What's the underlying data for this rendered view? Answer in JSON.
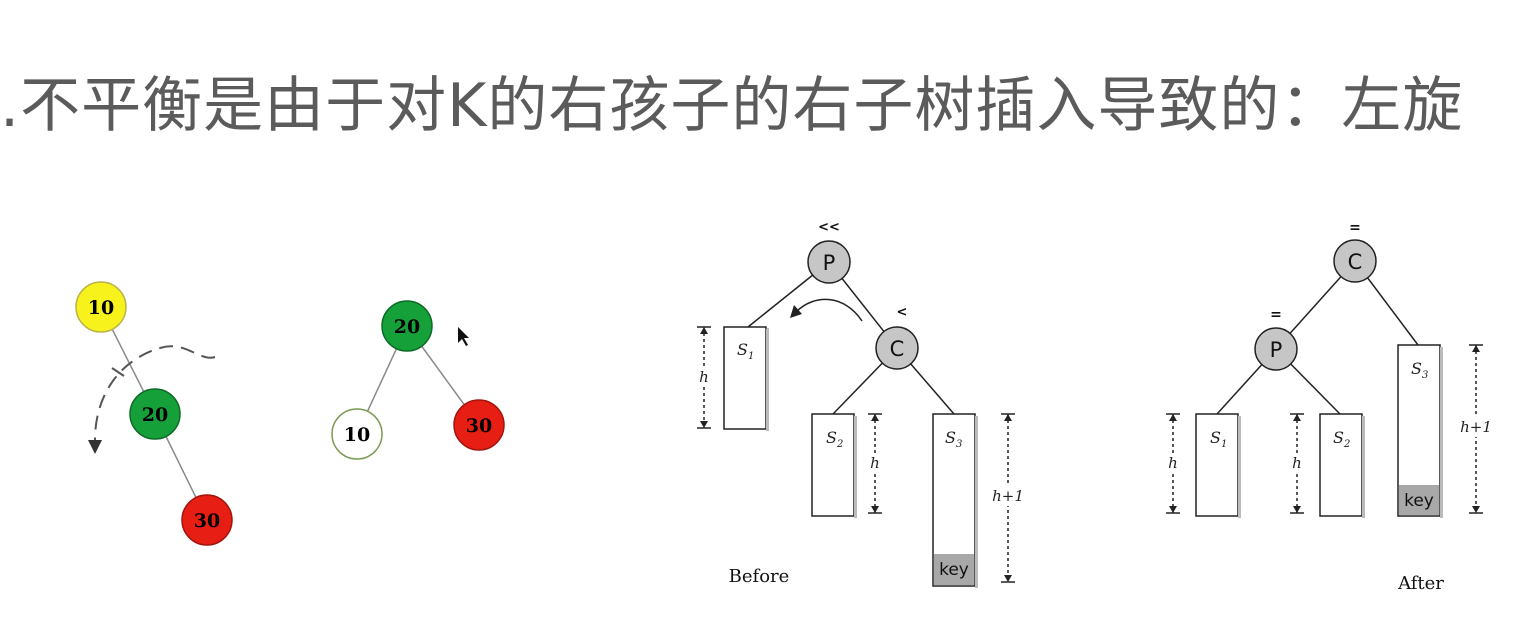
{
  "slide": {
    "title": ".不平衡是由于对K的右孩子的右子树插入导致的：左旋"
  },
  "colors": {
    "yellow": "#f7f21c",
    "green": "#15a03a",
    "red": "#e61e14",
    "white": "#ffffff",
    "gray_node": "#c6c6c6",
    "key_fill": "#a8a8a8",
    "title_text": "#5b5b5b"
  },
  "rb_before": {
    "n10": "10",
    "n20": "20",
    "n30": "30"
  },
  "rb_after": {
    "n20": "20",
    "n10": "10",
    "n30": "30"
  },
  "avl_before": {
    "node_p": "P",
    "node_c": "C",
    "mark_p": "<<",
    "mark_c": "<",
    "sub_s1": "S",
    "sub_s1_idx": "1",
    "sub_s2": "S",
    "sub_s2_idx": "2",
    "sub_s3": "S",
    "sub_s3_idx": "3",
    "height_h1": "h",
    "height_h2": "h",
    "height_h3": "h+1",
    "key": "key",
    "caption": "Before"
  },
  "avl_after": {
    "node_c": "C",
    "node_p": "P",
    "mark_c": "=",
    "mark_p": "=",
    "sub_s1": "S",
    "sub_s1_idx": "1",
    "sub_s2": "S",
    "sub_s2_idx": "2",
    "sub_s3": "S",
    "sub_s3_idx": "3",
    "height_h1": "h",
    "height_h2": "h",
    "height_h3": "h+1",
    "key": "key",
    "caption": "After"
  }
}
